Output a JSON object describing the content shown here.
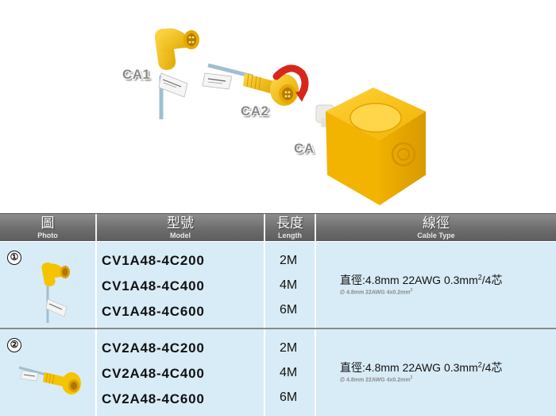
{
  "labels": {
    "ca1": "CA1",
    "ca2": "CA2",
    "ca": "CA"
  },
  "table": {
    "headers": [
      {
        "zh": "圖",
        "en": "Photo"
      },
      {
        "zh": "型號",
        "en": "Model"
      },
      {
        "zh": "長度",
        "en": "Length"
      },
      {
        "zh": "線徑",
        "en": "Cable Type"
      }
    ],
    "groups": [
      {
        "badge": "①",
        "rows": [
          {
            "model": "CV1A48-4C200",
            "length": "2M"
          },
          {
            "model": "CV1A48-4C400",
            "length": "4M"
          },
          {
            "model": "CV1A48-4C600",
            "length": "6M"
          }
        ],
        "cable_prefix": "直徑:4.8mm 22AWG 0.3mm",
        "cable_exp": "2",
        "cable_suffix": "/4芯",
        "cable_sub_prefix": "∅ 4.8mm 22AWG 4x0.2mm",
        "cable_sub_exp": "2"
      },
      {
        "badge": "②",
        "rows": [
          {
            "model": "CV2A48-4C200",
            "length": "2M"
          },
          {
            "model": "CV2A48-4C400",
            "length": "4M"
          },
          {
            "model": "CV2A48-4C600",
            "length": "6M"
          }
        ],
        "cable_prefix": "直徑:4.8mm 22AWG 0.3mm",
        "cable_exp": "2",
        "cable_suffix": "/4芯",
        "cable_sub_prefix": "∅ 4.8mm 22AWG 4x0.2mm",
        "cable_sub_exp": "2"
      }
    ]
  },
  "colors": {
    "connector_yellow": "#f5c400",
    "sensor_orange": "#f2b70c",
    "arrow_red": "#d9261c",
    "row_bg": "#d8ecf7",
    "header_grey": "#7a7a7a"
  }
}
